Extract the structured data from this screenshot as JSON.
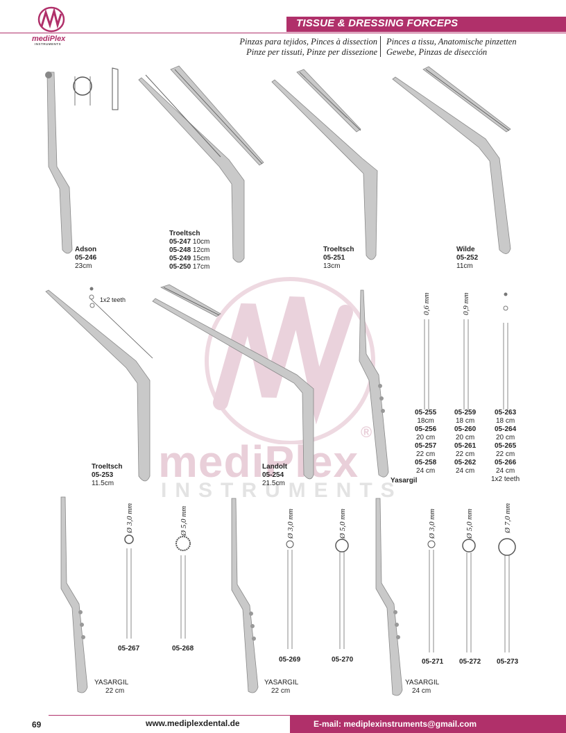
{
  "header": {
    "brand": "mediPlex",
    "brand_sub": "INSTRUMENTS",
    "title": "TISSUE & DRESSING FORCEPS",
    "sub_left_1": "Pinzas para tejidos, Pinces à dissection",
    "sub_left_2": "Pinze per tissuti, Pinze per dissezione",
    "sub_right_1": "Pinces a tissu, Anatomische pinzetten",
    "sub_right_2": "Gewebe, Pinzas de disección"
  },
  "watermark": {
    "brand": "mediPlex",
    "sub": "INSTRUMENTS",
    "reg": "®"
  },
  "items": {
    "adson": {
      "name": "Adson",
      "code": "05-246",
      "size": "23cm"
    },
    "troeltsch1": {
      "name": "Troeltsch",
      "rows": [
        {
          "code": "05-247",
          "size": "10cm"
        },
        {
          "code": "05-248",
          "size": "12cm"
        },
        {
          "code": "05-249",
          "size": "15cm"
        },
        {
          "code": "05-250",
          "size": "17cm"
        }
      ]
    },
    "troeltsch2": {
      "name": "Troeltsch",
      "code": "05-251",
      "size": "13cm"
    },
    "wilde": {
      "name": "Wilde",
      "code": "05-252",
      "size": "11cm"
    },
    "troeltsch3": {
      "name": "Troeltsch",
      "code": "05-253",
      "size": "11.5cm",
      "teeth": "1x2 teeth"
    },
    "landolt": {
      "name": "Landolt",
      "code": "05-254",
      "size": "21.5cm"
    },
    "yasargil_small": {
      "name": "Yasargil"
    },
    "col1": {
      "mm": "0,6 mm",
      "rows": [
        {
          "code": "05-255",
          "size": "18cm"
        },
        {
          "code": "05-256",
          "size": "20 cm"
        },
        {
          "code": "05-257",
          "size": "22 cm"
        },
        {
          "code": "05-258",
          "size": "24 cm"
        }
      ]
    },
    "col2": {
      "mm": "0,9 mm",
      "rows": [
        {
          "code": "05-259",
          "size": "18 cm"
        },
        {
          "code": "05-260",
          "size": "20 cm"
        },
        {
          "code": "05-261",
          "size": "22 cm"
        },
        {
          "code": "05-262",
          "size": "24 cm"
        }
      ]
    },
    "col3": {
      "rows": [
        {
          "code": "05-263",
          "size": "18 cm"
        },
        {
          "code": "05-264",
          "size": "20 cm"
        },
        {
          "code": "05-265",
          "size": "22 cm"
        },
        {
          "code": "05-266",
          "size": "24 cm"
        }
      ],
      "teeth": "1x2 teeth"
    },
    "ya1": {
      "name": "YASARGIL",
      "size": "22 cm",
      "tips": [
        {
          "code": "05-267",
          "mm": "Ø 3,0 mm"
        },
        {
          "code": "05-268",
          "mm": "Ø 5,0 mm"
        }
      ]
    },
    "ya2": {
      "name": "YASARGIL",
      "size": "22 cm",
      "tips": [
        {
          "code": "05-269",
          "mm": "Ø 3,0 mm"
        },
        {
          "code": "05-270",
          "mm": "Ø 5,0 mm"
        }
      ]
    },
    "ya3": {
      "name": "YASARGIL",
      "size": "24 cm",
      "tips": [
        {
          "code": "05-271",
          "mm": "Ø 3,0 mm"
        },
        {
          "code": "05-272",
          "mm": "Ø 5,0 mm"
        },
        {
          "code": "05-273",
          "mm": "Ø 7,0 mm"
        }
      ]
    }
  },
  "footer": {
    "page": "69",
    "website": "www.mediplexdental.de",
    "email": "E-mail: mediplexinstruments@gmail.com"
  },
  "colors": {
    "accent": "#b0306a",
    "watermark": "#e9cfd9"
  }
}
